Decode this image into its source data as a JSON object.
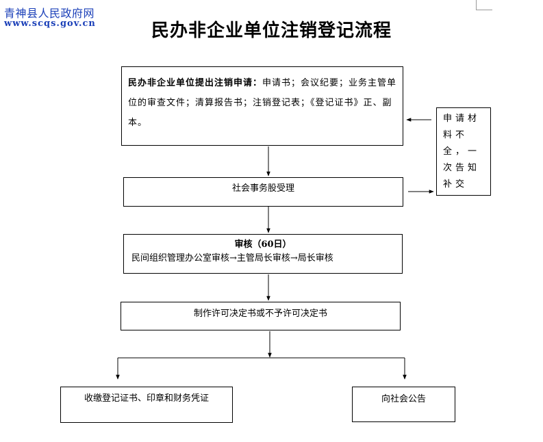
{
  "header": {
    "site_name": "青神县人民政府网",
    "site_url": "www.scqs.gov.cn"
  },
  "title": "民办非企业单位注销登记流程",
  "steps": {
    "application": {
      "label": "民办非企业单位提出注销申请：",
      "detail": "申请书；会议纪要；业务主管单位的审查文件；清算报告书；注销登记表；《登记证书》正、副本。"
    },
    "incomplete_notice": "申请材料不全，一次告知补交",
    "acceptance": "社会事务股受理",
    "review": {
      "title": "审核（60日）",
      "detail": "民间组织管理办公室审核→主管局长审核→局长审核"
    },
    "decision": "制作许可决定书或不予许可决定书",
    "collect": "收缴登记证书、印章和财务凭证",
    "announce": "向社会公告"
  }
}
